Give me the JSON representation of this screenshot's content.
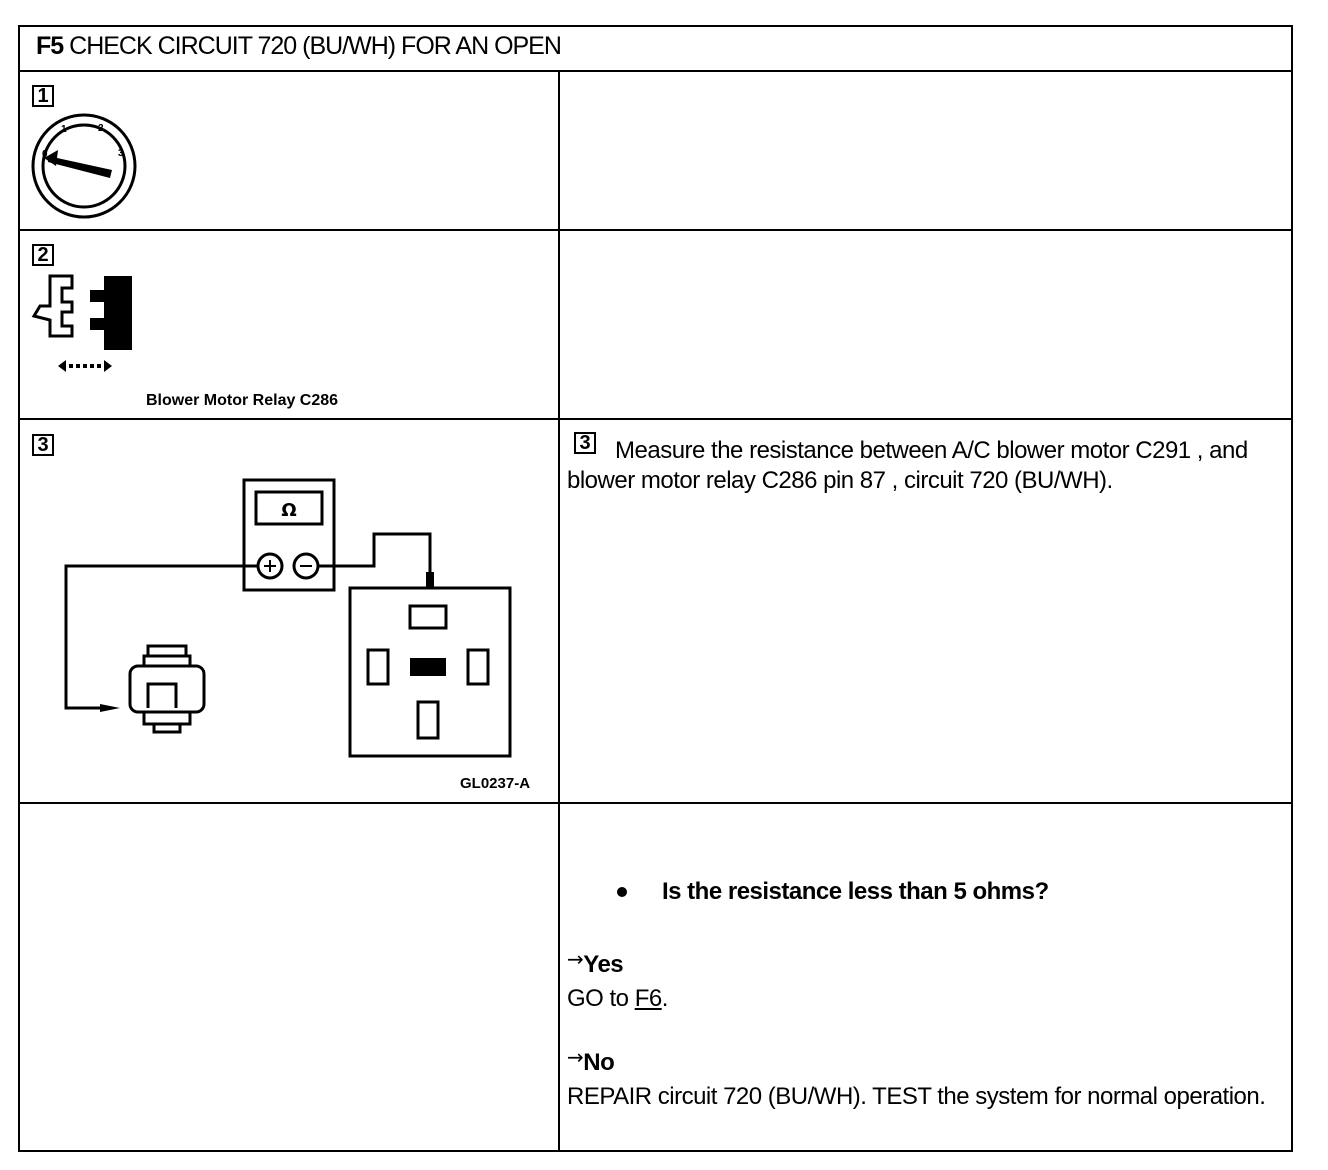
{
  "header": {
    "step_id": "F5",
    "title": "CHECK CIRCUIT 720 (BU/WH) FOR AN OPEN"
  },
  "steps": [
    {
      "number": "1",
      "icon": "ignition-switch-off-icon"
    },
    {
      "number": "2",
      "icon": "disconnect-connector-icon",
      "caption": "Blower Motor Relay C286"
    },
    {
      "number": "3",
      "icon": "ohmmeter-measurement-icon",
      "figure_id": "GL0237-A",
      "meter_symbol": "Ω",
      "instruction_number": "3",
      "instruction": "Measure the resistance between A/C blower motor C291 , and blower motor relay C286 pin 87 , circuit 720 (BU/WH)."
    }
  ],
  "question": "Is the resistance less than 5 ohms?",
  "answers": {
    "yes": {
      "arrow": "→",
      "label": "Yes",
      "action_prefix": "GO to ",
      "link": "F6",
      "action_suffix": "."
    },
    "no": {
      "arrow": "→",
      "label": "No",
      "action": "REPAIR circuit 720 (BU/WH). TEST the system for normal operation."
    }
  }
}
